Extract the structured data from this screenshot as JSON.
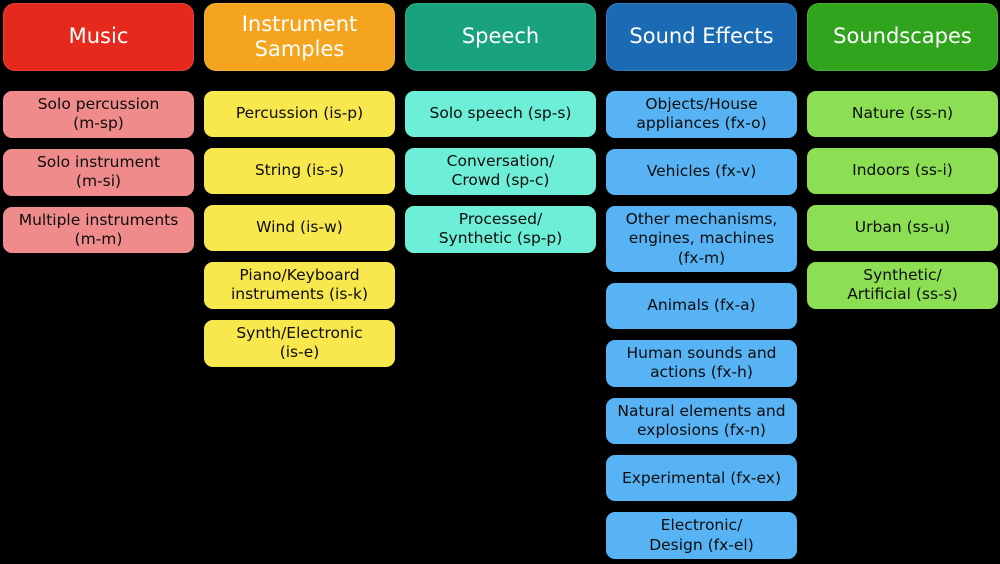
{
  "diagram": {
    "background_color": "#000000",
    "border_color": "#000000",
    "header_text_color": "#ffffff",
    "item_text_color": "#0d0d0d"
  },
  "columns": [
    {
      "id": "music",
      "header": {
        "label": "Music",
        "color": "#e5291c"
      },
      "item_color": "#f08b8c",
      "items": [
        {
          "label": "Solo percussion\n(m-sp)",
          "code": "m-sp"
        },
        {
          "label": "Solo instrument\n(m-si)",
          "code": "m-si"
        },
        {
          "label": "Multiple instruments\n(m-m)",
          "code": "m-m"
        }
      ]
    },
    {
      "id": "instrument-samples",
      "header": {
        "label": "Instrument\nSamples",
        "color": "#f4a41f"
      },
      "item_color": "#f8e84d",
      "items": [
        {
          "label": "Percussion (is-p)",
          "code": "is-p"
        },
        {
          "label": "String (is-s)",
          "code": "is-s"
        },
        {
          "label": "Wind (is-w)",
          "code": "is-w"
        },
        {
          "label": "Piano/Keyboard\ninstruments (is-k)",
          "code": "is-k"
        },
        {
          "label": "Synth/Electronic\n(is-e)",
          "code": "is-e"
        }
      ]
    },
    {
      "id": "speech",
      "header": {
        "label": "Speech",
        "color": "#18a37e"
      },
      "item_color": "#6deed6",
      "items": [
        {
          "label": "Solo speech (sp-s)",
          "code": "sp-s"
        },
        {
          "label": "Conversation/\nCrowd (sp-c)",
          "code": "sp-c"
        },
        {
          "label": "Processed/\nSynthetic (sp-p)",
          "code": "sp-p"
        }
      ]
    },
    {
      "id": "sound-effects",
      "header": {
        "label": "Sound Effects",
        "color": "#1b6ab4"
      },
      "item_color": "#57b3f4",
      "items": [
        {
          "label": "Objects/House\nappliances (fx-o)",
          "code": "fx-o"
        },
        {
          "label": "Vehicles (fx-v)",
          "code": "fx-v"
        },
        {
          "label": "Other mechanisms,\nengines, machines\n(fx-m)",
          "code": "fx-m"
        },
        {
          "label": "Animals (fx-a)",
          "code": "fx-a"
        },
        {
          "label": "Human sounds and\nactions (fx-h)",
          "code": "fx-h"
        },
        {
          "label": "Natural elements and\nexplosions (fx-n)",
          "code": "fx-n"
        },
        {
          "label": "Experimental (fx-ex)",
          "code": "fx-ex"
        },
        {
          "label": "Electronic/\nDesign (fx-el)",
          "code": "fx-el"
        }
      ]
    },
    {
      "id": "soundscapes",
      "header": {
        "label": "Soundscapes",
        "color": "#2fa41c"
      },
      "item_color": "#8cde53",
      "items": [
        {
          "label": "Nature (ss-n)",
          "code": "ss-n"
        },
        {
          "label": "Indoors (ss-i)",
          "code": "ss-i"
        },
        {
          "label": "Urban (ss-u)",
          "code": "ss-u"
        },
        {
          "label": "Synthetic/\nArtificial (ss-s)",
          "code": "ss-s"
        }
      ]
    }
  ]
}
